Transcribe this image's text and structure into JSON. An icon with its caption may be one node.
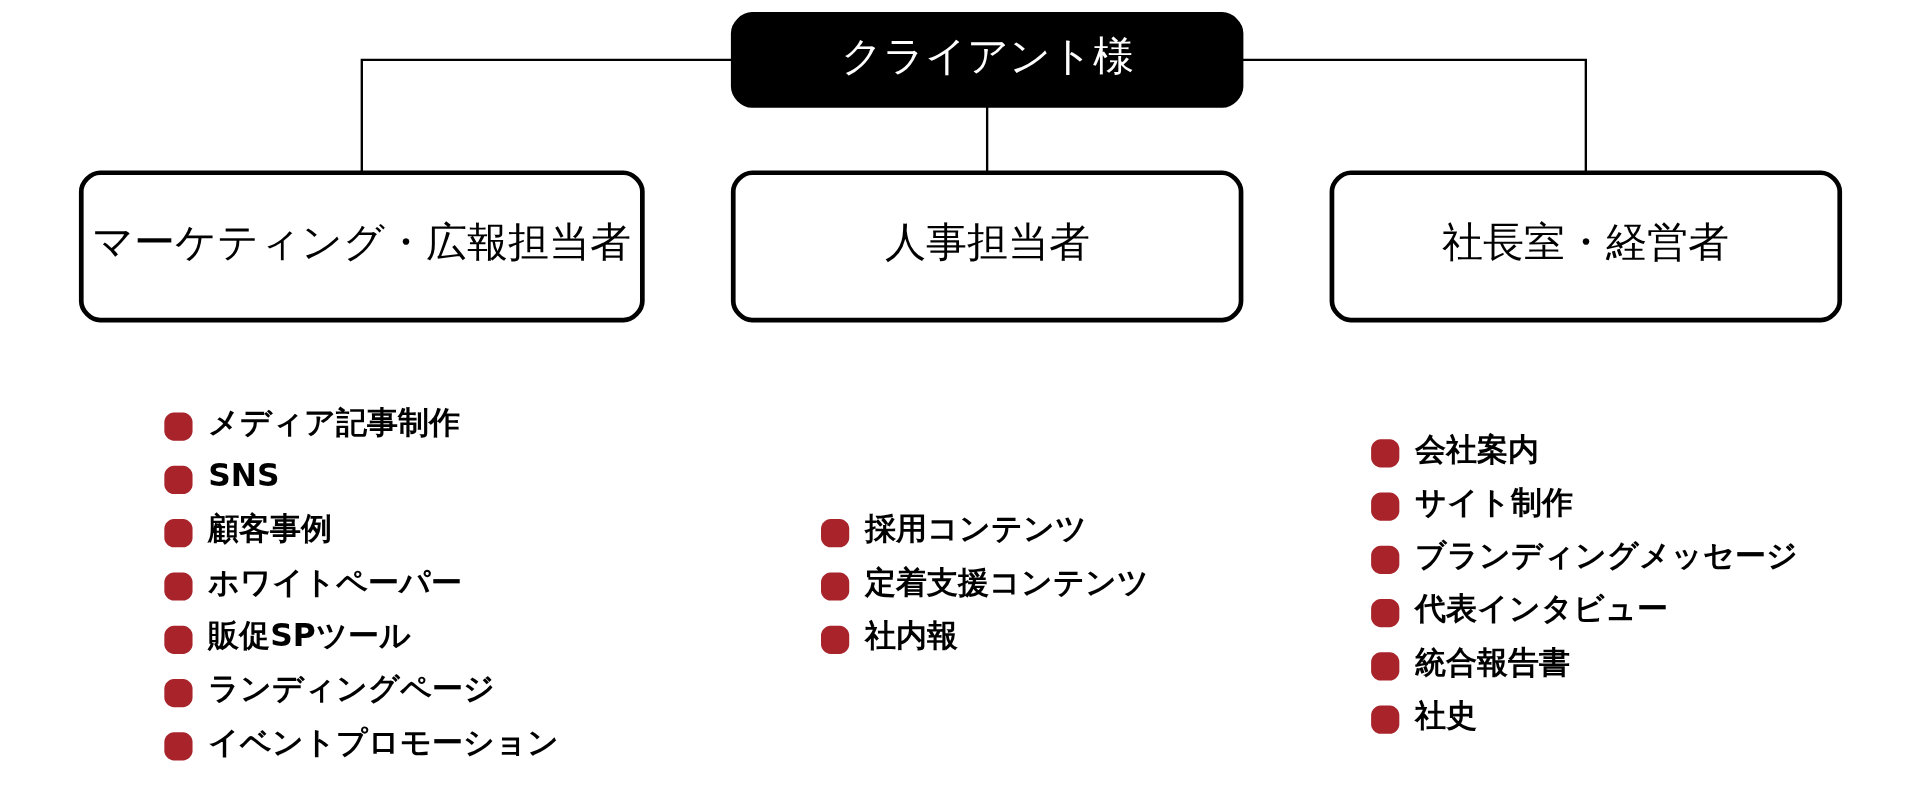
{
  "diagram": {
    "nodes": [
      {
        "text": [
          "クライアント様"
        ]
      },
      {
        "text": [
          "マーケティング・広報担当者"
        ],
        "beside": [
          "メディア記事制作",
          "SNS",
          "顧客事例",
          "ホワイトペーパー",
          "販促SPツール",
          "ランディングページ",
          "イベントプロモーション"
        ]
      },
      {
        "text": [
          "人事担当者"
        ],
        "beside": [
          "採用コンテンツ",
          "定着支援コンテンツ",
          "社内報"
        ]
      },
      {
        "text": [
          "社長室・経営者"
        ],
        "beside": [
          "会社案内",
          "サイト制作",
          "ブランディングメッセージ",
          "代表インタビュー",
          "統合報告書",
          "社史"
        ]
      }
    ],
    "edges": [
      {
        "from": 0,
        "to": 1,
        "arrow": "none"
      },
      {
        "from": 0,
        "to": 2,
        "arrow": "none"
      },
      {
        "from": 0,
        "to": 3,
        "arrow": "none"
      }
    ]
  }
}
